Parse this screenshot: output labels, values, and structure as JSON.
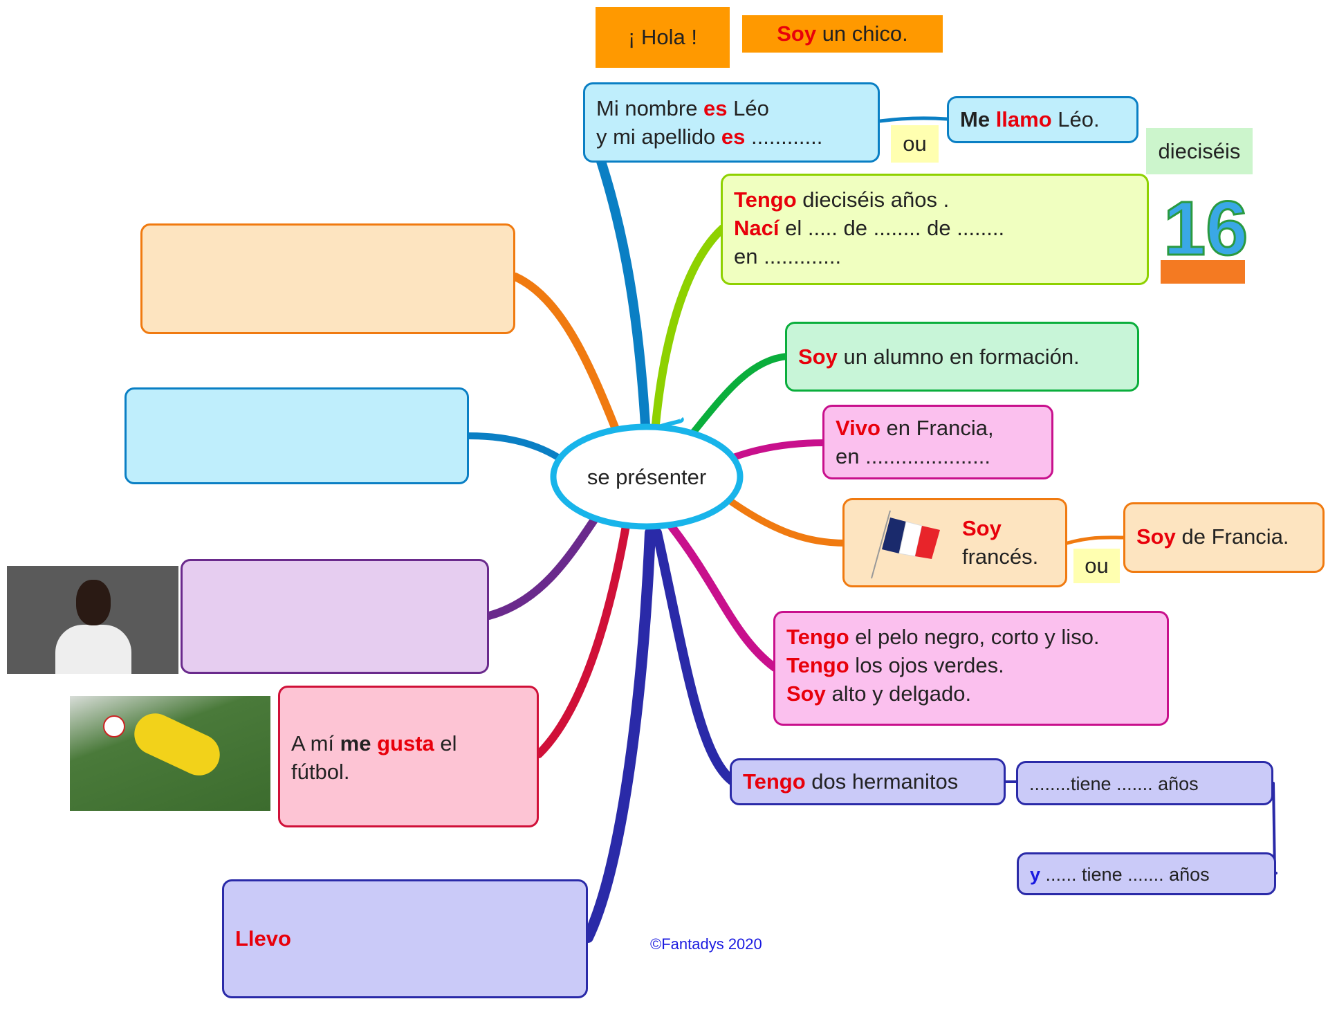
{
  "center": {
    "label": "se présenter"
  },
  "top_labels": {
    "hola": "¡ Hola !",
    "chico": [
      [
        "Soy",
        "r"
      ],
      [
        " un chico.",
        ""
      ]
    ]
  },
  "nodes": {
    "nombre": [
      [
        [
          "Mi nombre ",
          ""
        ],
        [
          "es",
          "r"
        ],
        [
          " Léo",
          ""
        ]
      ],
      [
        [
          "y mi apellido ",
          ""
        ],
        [
          "es",
          "r"
        ],
        [
          " ............",
          ""
        ]
      ]
    ],
    "ou1": "ou",
    "llamo": [
      [
        [
          "Me ",
          "b"
        ],
        [
          "llamo",
          "r"
        ],
        [
          " Léo.",
          ""
        ]
      ]
    ],
    "dieciseis_label": "dieciséis",
    "edad": [
      [
        [
          "Tengo",
          "r"
        ],
        [
          " dieciséis años .",
          ""
        ]
      ],
      [
        [
          "Nací",
          "r"
        ],
        [
          " el ..... de ........ de ........",
          ""
        ]
      ],
      [
        [
          "en .............",
          ""
        ]
      ]
    ],
    "alumno": [
      [
        [
          "Soy",
          "r"
        ],
        [
          " un alumno en formación.",
          ""
        ]
      ]
    ],
    "vivo": [
      [
        [
          "Vivo",
          "r"
        ],
        [
          " en Francia,",
          ""
        ]
      ],
      [
        [
          "en .....................",
          ""
        ]
      ]
    ],
    "frances": [
      [
        [
          "Soy",
          "r"
        ]
      ],
      [
        [
          "francés.",
          ""
        ]
      ]
    ],
    "ou2": "ou",
    "francia": [
      [
        [
          "Soy",
          "r"
        ],
        [
          " de Francia.",
          ""
        ]
      ]
    ],
    "pelo": [
      [
        [
          "Tengo",
          "r"
        ],
        [
          " el pelo negro, corto y liso.",
          ""
        ]
      ],
      [
        [
          "Tengo",
          "r"
        ],
        [
          " los ojos verdes.",
          ""
        ]
      ],
      [
        [
          "Soy",
          "r"
        ],
        [
          " alto y delgado.",
          ""
        ]
      ]
    ],
    "hermanos": [
      [
        [
          "Tengo",
          "r"
        ],
        [
          " dos hermanitos",
          ""
        ]
      ]
    ],
    "tiene1": [
      [
        [
          "........tiene ....... años",
          ""
        ]
      ]
    ],
    "tiene2": [
      [
        [
          "y",
          "y"
        ],
        [
          " ...... tiene ....... años",
          ""
        ]
      ]
    ],
    "gusta": [
      [
        [
          "A mí ",
          ""
        ],
        [
          "me",
          "b"
        ],
        [
          " ",
          ""
        ],
        [
          "gusta",
          "r"
        ],
        [
          " el",
          ""
        ]
      ],
      [
        [
          "fútbol.",
          ""
        ]
      ]
    ],
    "llevo": [
      [
        [
          "Llevo",
          "r"
        ]
      ]
    ]
  },
  "copyright": "©Fantadys 2020",
  "colors": {
    "red": "#e8000b",
    "blue_text": "#1a1ae0"
  }
}
